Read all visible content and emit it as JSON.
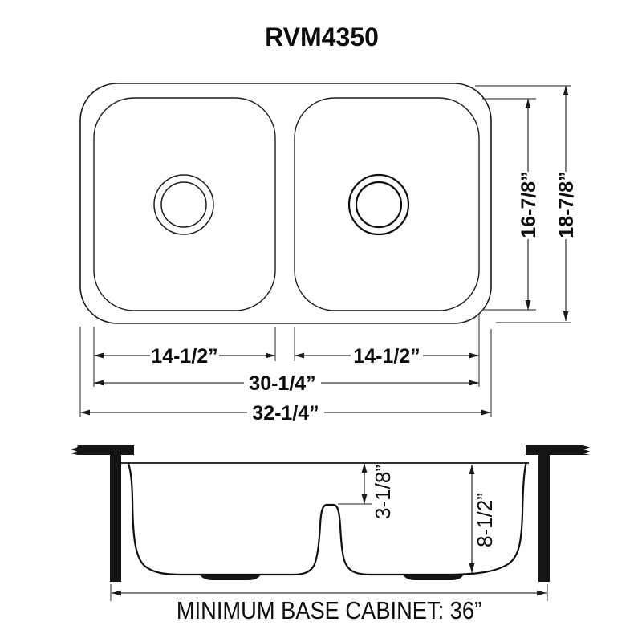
{
  "title": "RVM4350",
  "top_view": {
    "left_bowl_width": "14-1/2”",
    "right_bowl_width": "14-1/2”",
    "inner_width": "30-1/4”",
    "overall_width": "32-1/4”",
    "bowl_front_to_back": "16-7/8”",
    "overall_front_to_back": "18-7/8”"
  },
  "section_view": {
    "divider_depth": "3-1/8”",
    "bowl_depth": "8-1/2”",
    "base_cabinet_note": "MINIMUM BASE CABINET: 36”"
  },
  "colors": {
    "line": "#1c1c1c",
    "dimension": "#3a3a3a",
    "background": "#ffffff"
  }
}
